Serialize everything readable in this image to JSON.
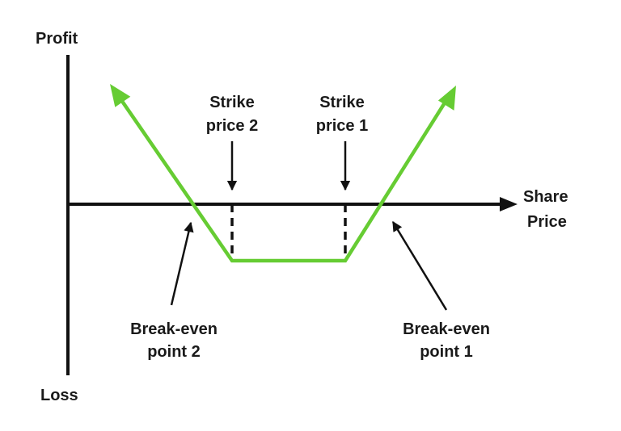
{
  "labels": {
    "profit": "Profit",
    "loss": "Loss",
    "share_price": [
      "Share",
      "Price"
    ],
    "strike_price_2": [
      "Strike",
      "price 2"
    ],
    "strike_price_1": [
      "Strike",
      "price 1"
    ],
    "break_even_2": [
      "Break-even",
      "point 2"
    ],
    "break_even_1": [
      "Break-even",
      "point 1"
    ]
  },
  "colors": {
    "payoff": "#66cc33",
    "axes": "#111111",
    "text": "#1a1a1a"
  }
}
